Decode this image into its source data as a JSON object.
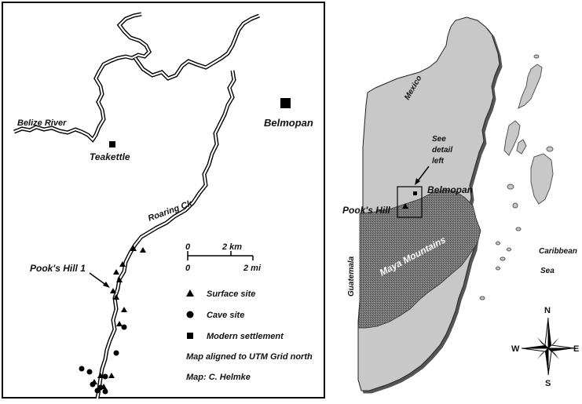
{
  "detail_map": {
    "places": {
      "belize_river": "Belize River",
      "teakettle": "Teakettle",
      "belmopan": "Belmopan",
      "roaring_creek": "Roaring Ck.",
      "pooks_hill_1": "Pook's Hill 1"
    },
    "scale": {
      "top_zero": "0",
      "top_value": "2 km",
      "bottom_zero": "0",
      "bottom_value": "2 mi"
    },
    "legend": {
      "surface_site": "Surface site",
      "cave_site": "Cave site",
      "modern_settlement": "Modern settlement"
    },
    "notes": {
      "alignment": "Map aligned to UTM Grid north",
      "credit": "Map: C. Helmke"
    }
  },
  "overview_map": {
    "labels": {
      "mexico": "Mexico",
      "guatemala": "Guatemala",
      "see_detail_line1": "See",
      "see_detail_line2": "detail",
      "see_detail_line3": "left",
      "belmopan": "Belmopan",
      "pooks_hill": "Pook's Hill",
      "maya_mountains": "Maya Mountains",
      "caribbean": "Caribbean",
      "sea": "Sea"
    },
    "compass": {
      "north": "N",
      "south": "S",
      "east": "E",
      "west": "W"
    }
  },
  "colors": {
    "land": "#c8c8c8",
    "mountains": "#6e6e6e",
    "ink": "#111111",
    "island_outline": "#555555"
  }
}
